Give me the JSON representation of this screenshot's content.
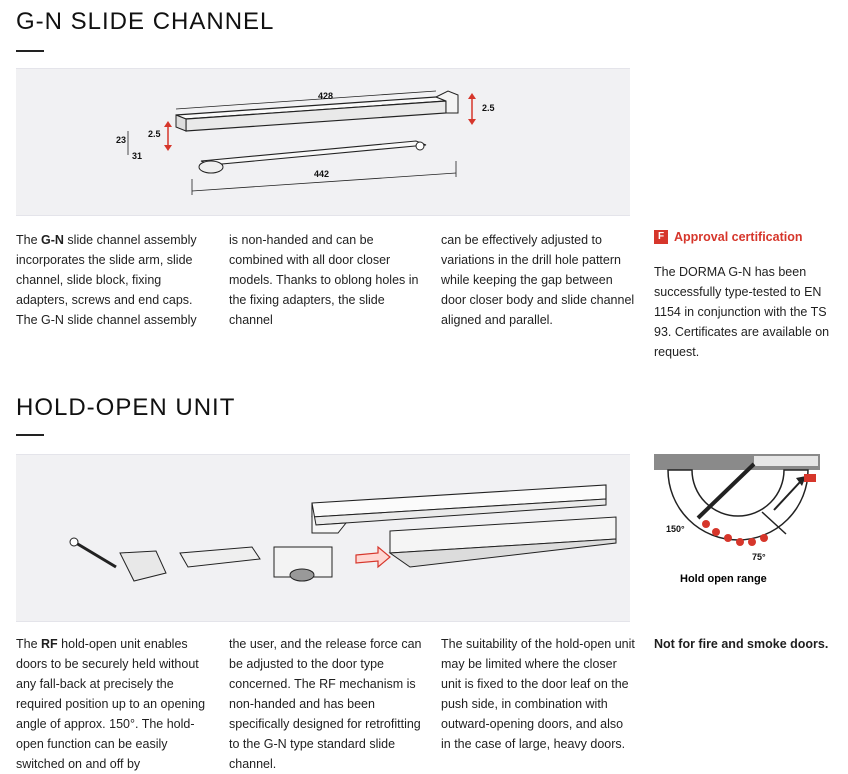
{
  "section1": {
    "title": "G-N SLIDE CHANNEL",
    "dims": {
      "top": "428",
      "bottom": "442",
      "right": "2.5",
      "left_small": "2.5",
      "left_big": "23",
      "left_tiny": "31"
    },
    "col1": {
      "text_a": "The ",
      "bold": "G-N",
      "text_b": " slide channel assembly incorporates the slide arm, slide channel, slide block, fixing adapters, screws and end caps. The G-N slide channel assembly"
    },
    "col2": "is non-handed and can be combined with all door closer models. Thanks to oblong holes in the fixing adapters, the slide channel",
    "col3": "can be effectively adjusted to variations in the drill hole pattern while keeping the gap between door closer body and slide channel aligned and parallel.",
    "cert": {
      "badge": "F",
      "heading": "Approval certification",
      "body": "The DORMA G-N has been successfully type-tested to EN 1154 in conjunction with the TS 93. Certificates are available on request."
    }
  },
  "section2": {
    "title": "HOLD-OPEN UNIT",
    "diagram": {
      "angle_max": "150°",
      "angle_min": "75°",
      "caption": "Hold open range"
    },
    "col1": {
      "text_a": "The ",
      "bold": "RF",
      "text_b": " hold-open unit enables doors to be securely held without any fall-back at precisely the required position up to an opening angle of approx. 150°. The hold-open function can be easily switched on and off by"
    },
    "col2": "the user, and the release force can be adjusted to the door type concerned. The RF mechanism is non-handed and has been specifically designed for retrofitting to the G-N type standard slide channel.",
    "col3": "The suitability of the hold-open unit may be limited where the closer unit is fixed to the door leaf on the push side, in combination with outward-opening doors, and also in the case of large, heavy doors.",
    "note": "Not for fire and smoke doors."
  },
  "colors": {
    "accent_red": "#d6362b"
  }
}
